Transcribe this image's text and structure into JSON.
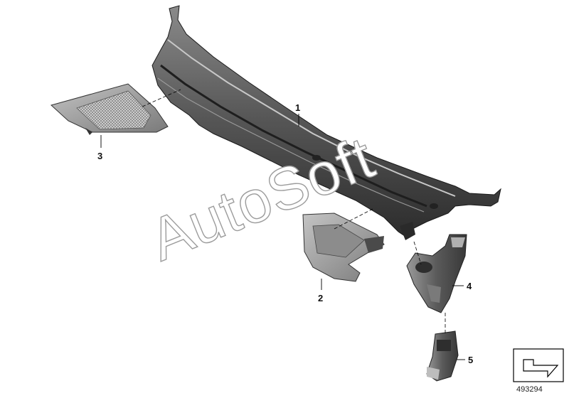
{
  "diagram": {
    "callouts": [
      {
        "id": "1",
        "label": "1"
      },
      {
        "id": "2",
        "label": "2"
      },
      {
        "id": "3",
        "label": "3"
      },
      {
        "id": "4",
        "label": "4"
      },
      {
        "id": "5",
        "label": "5"
      }
    ],
    "watermark_text": "AutoSoft",
    "reference_number": "493294",
    "colors": {
      "part_dark": "#3a3a3a",
      "part_mid": "#6b6b6b",
      "part_light": "#a9a9a9",
      "leader": "#000000"
    }
  },
  "icons": {
    "nav": "arrow-icon"
  }
}
